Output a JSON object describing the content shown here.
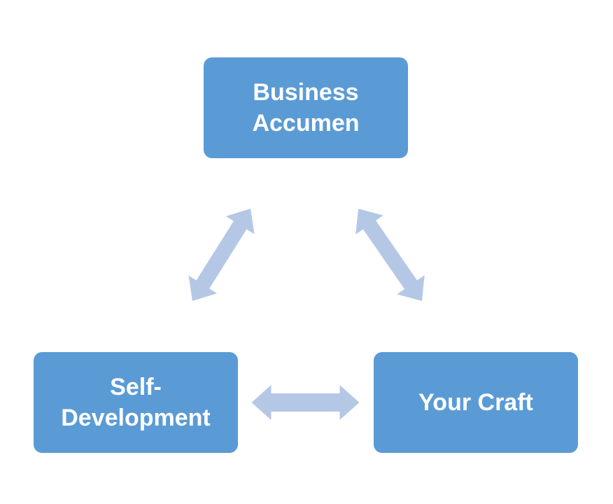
{
  "diagram": {
    "nodes": [
      {
        "id": "business",
        "lines": [
          "Business",
          "Accumen"
        ]
      },
      {
        "id": "self",
        "lines": [
          "Self-",
          "Development"
        ]
      },
      {
        "id": "craft",
        "lines": [
          "Your Craft"
        ]
      }
    ],
    "edges": [
      {
        "from": "self",
        "to": "business",
        "type": "bidirectional"
      },
      {
        "from": "business",
        "to": "craft",
        "type": "bidirectional"
      },
      {
        "from": "self",
        "to": "craft",
        "type": "bidirectional"
      }
    ],
    "colors": {
      "box": "#5B9BD5",
      "arrow": "#B4C8E6",
      "text": "#FFFFFF"
    }
  }
}
